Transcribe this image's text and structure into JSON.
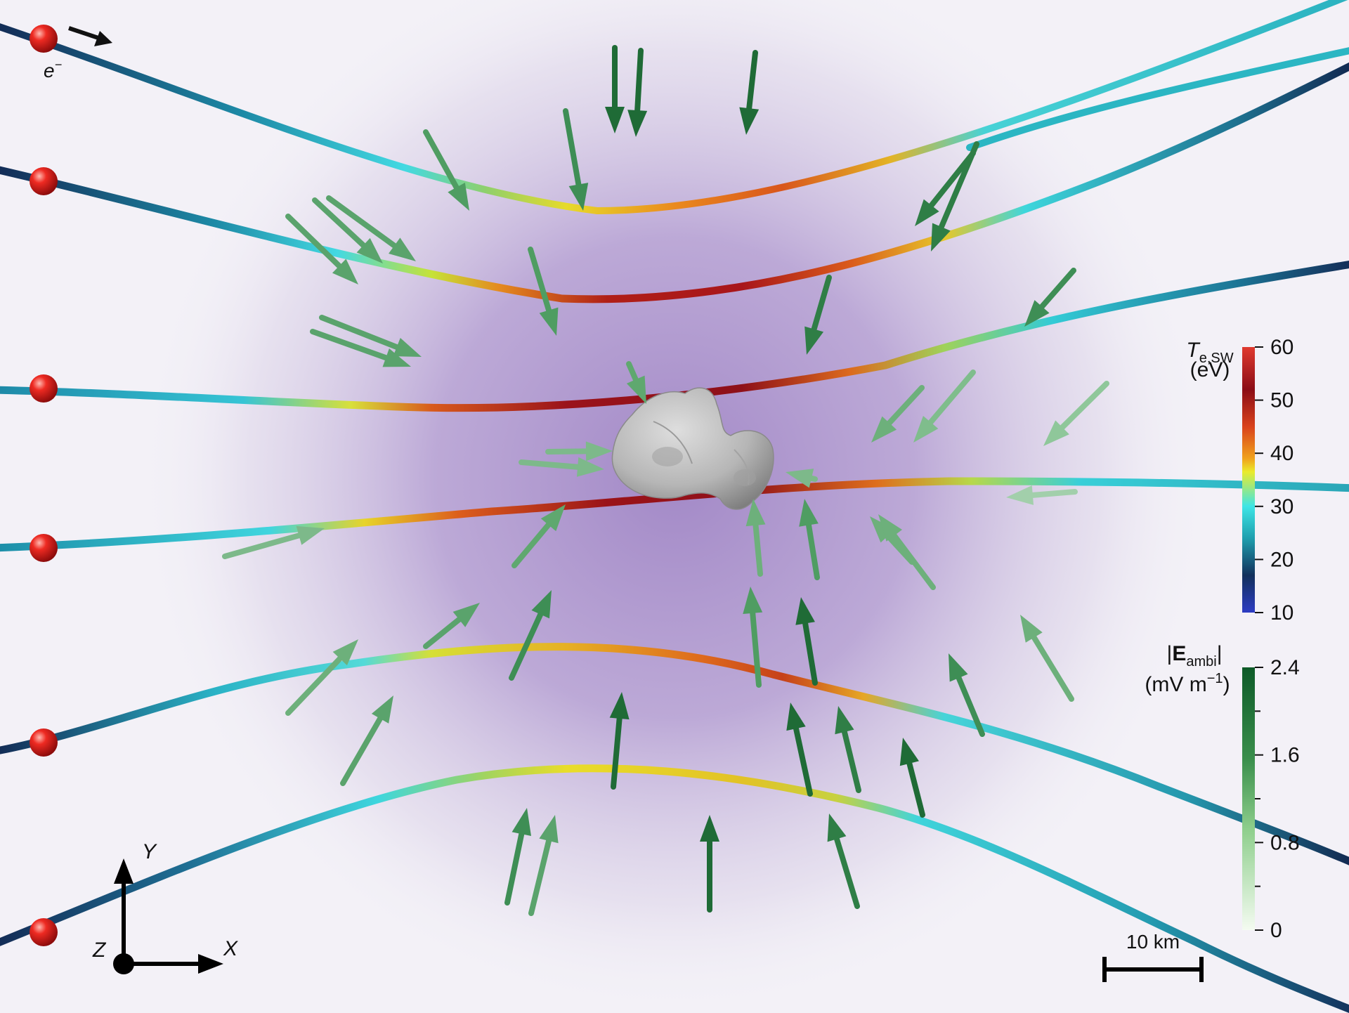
{
  "electron": {
    "label": "e",
    "superscript": "−"
  },
  "temperature_scale": {
    "symbol": "T",
    "subscript": "e,SW",
    "unit": "(eV)",
    "ticks": [
      "60",
      "50",
      "40",
      "30",
      "20",
      "10"
    ],
    "colors": [
      "#e03a2f",
      "#8b0d16",
      "#d9421c",
      "#f0a21c",
      "#eaeb2c",
      "#3de5e6",
      "#1e9fae",
      "#12305c",
      "#2d3cc4"
    ]
  },
  "field_scale": {
    "prefix": "|",
    "symbol": "E",
    "subscript": "ambi",
    "suffix": "|",
    "unit_text": "(mV m",
    "unit_sup": "−1",
    "unit_close": ")",
    "ticks": [
      "2.4",
      "1.6",
      "0.8",
      "0"
    ],
    "colors": [
      "#0d5a28",
      "#3a8f4c",
      "#8fcf8d",
      "#f4fbf1"
    ]
  },
  "axes": {
    "y": "Y",
    "x": "X",
    "z": "Z"
  },
  "scale_bar": {
    "label": "10 km"
  },
  "palette": {
    "glow": "#a58bc8",
    "comet": "#b3b3b3",
    "electron_marker": "#e01d1d"
  }
}
